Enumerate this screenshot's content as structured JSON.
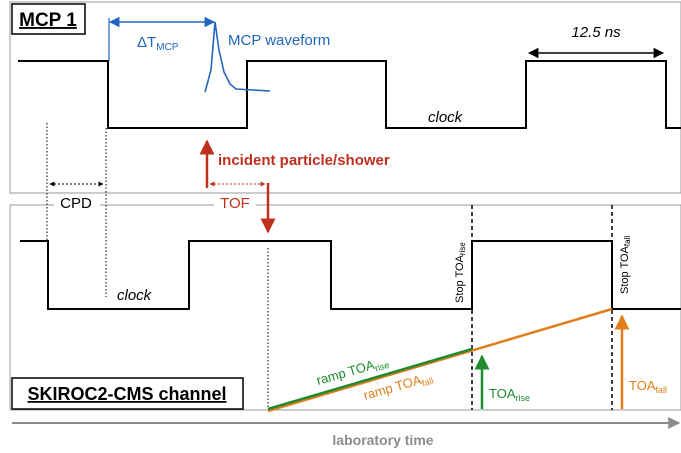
{
  "panels": {
    "top_title": "MCP 1",
    "bottom_title": "SKIROC2-CMS channel"
  },
  "labels": {
    "delta_t_base": "ΔT",
    "delta_t_sub": "MCP",
    "mcp_waveform": "MCP waveform",
    "period": "12.5 ns",
    "clock_top": "clock",
    "clock_bottom": "clock",
    "incident": "incident particle/shower",
    "cpd": "CPD",
    "tof": "TOF",
    "stop_rise_base": "Stop TOA",
    "stop_rise_sub": "rise",
    "stop_fall_base": "Stop TOA",
    "stop_fall_sub": "fall",
    "ramp_rise_base": "ramp TOA",
    "ramp_rise_sub": "rise",
    "ramp_fall_base": "ramp TOA",
    "ramp_fall_sub": "fall",
    "toa_rise_base": "TOA",
    "toa_rise_sub": "rise",
    "toa_fall_base": "TOA",
    "toa_fall_sub": "fall",
    "lab_time": "laboratory time"
  },
  "colors": {
    "blue": "#2166c0",
    "red": "#c0301e",
    "orange": "#e07d1c",
    "green": "#1f8a2e",
    "gray": "#8c8c8c",
    "black": "#000000"
  }
}
